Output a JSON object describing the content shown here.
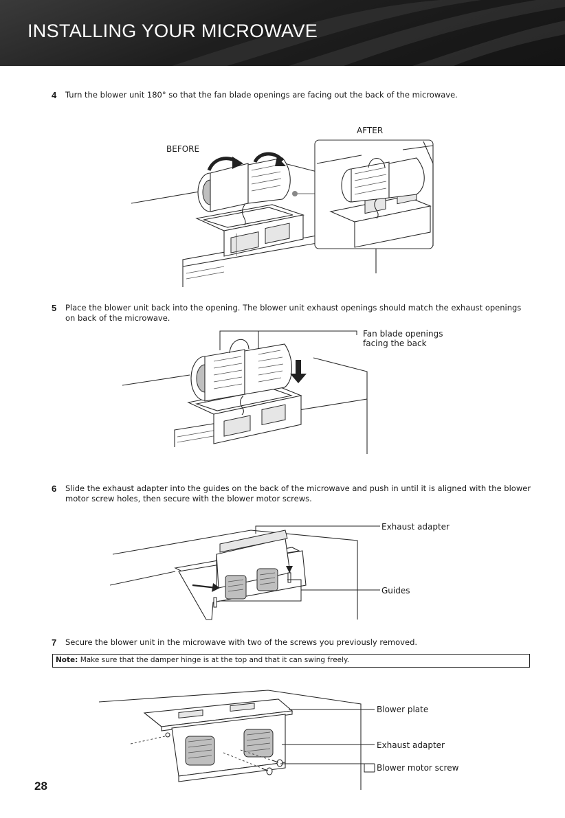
{
  "header": {
    "title": "INSTALLING YOUR MICROWAVE"
  },
  "steps": [
    {
      "number": "4",
      "text": "Turn the blower unit 180° so that the fan blade openings are facing out the back of the microwave."
    },
    {
      "number": "5",
      "text": "Place the blower unit back into the opening. The blower unit exhaust openings should match the exhaust openings on back of the microwave."
    },
    {
      "number": "6",
      "text": "Slide the exhaust adapter into the guides on the back of the microwave and push in until it is aligned with the blower motor screw holes, then secure with the blower motor screws."
    },
    {
      "number": "7",
      "text": "Secure the blower unit in the microwave with two of the screws you previously removed."
    }
  ],
  "note": {
    "label": "Note:",
    "text": "Make sure that the damper hinge is at the top and that it can swing freely."
  },
  "figure4": {
    "before_label": "BEFORE",
    "after_label": "AFTER"
  },
  "figure5": {
    "fan_blade_line1": "Fan blade openings",
    "fan_blade_line2": "facing the back"
  },
  "figure6": {
    "exhaust_adapter": "Exhaust adapter",
    "guides": "Guides"
  },
  "figure7": {
    "blower_plate": "Blower plate",
    "exhaust_adapter": "Exhaust adapter",
    "blower_motor_screw": "Blower motor screw"
  },
  "page": {
    "number": "28"
  }
}
